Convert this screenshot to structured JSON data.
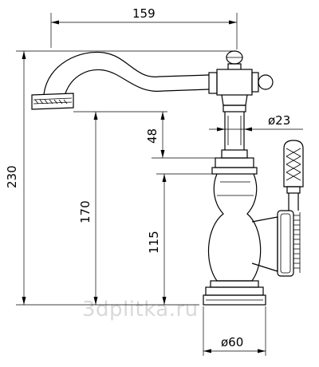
{
  "dimensions": {
    "width_top": "159",
    "total_height": "230",
    "spout_height": "170",
    "spout_to_handle": "48",
    "handle_diameter": "ø23",
    "body_height": "115",
    "base_diameter": "ø60"
  },
  "watermark": "3dplitka.ru"
}
